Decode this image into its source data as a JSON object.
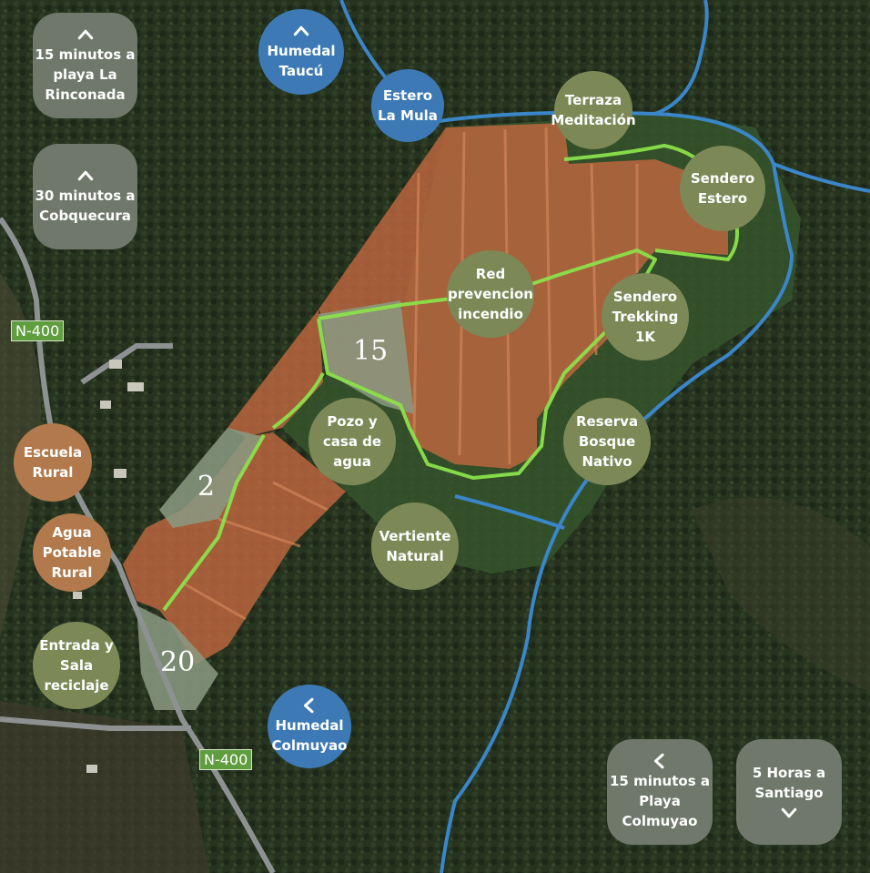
{
  "map": {
    "colors": {
      "forest_dark": "#26331f",
      "forest_mid": "#34462a",
      "native_reserve": "#2f4a2a",
      "plot_orange": "#c0673f",
      "plot_gray": "#8a9a82",
      "trail_green": "#8be04a",
      "river_blue": "#3a86c9",
      "road_gray": "#8e9192",
      "label_green": "#7c8957",
      "label_blue": "#3d7ab5",
      "label_brown": "#b27a4c",
      "label_gray": "#6f786a"
    },
    "road_labels": [
      "N-400",
      "N-400"
    ],
    "lots": [
      "15",
      "2",
      "20"
    ],
    "green_labels": [
      "Terraza\nMeditación",
      "Sendero\nEstero",
      "Red\nprevencion\nincendio",
      "Sendero\nTrekking\n1K",
      "Pozo y\ncasa de\nagua",
      "Reserva\nBosque\nNativo",
      "Vertiente\nNatural",
      "Entrada y\nSala\nreciclaje"
    ],
    "blue_labels": [
      "Humedal\nTaucú",
      "Estero\nLa Mula",
      "Humedal\nColmuyao"
    ],
    "brown_labels": [
      "Escuela\nRural",
      "Agua\nPotable\nRural"
    ],
    "directions": [
      {
        "text": "15 minutos a\nplaya La\nRinconada",
        "icon": "chevron-up-icon"
      },
      {
        "text": "30 minutos a\nCobquecura",
        "icon": "chevron-up-icon"
      },
      {
        "text": "15 minutos a\nPlaya\nColmuyao",
        "icon": "chevron-left-icon"
      },
      {
        "text": "5 Horas a\nSantiago",
        "icon": "chevron-down-icon"
      }
    ]
  }
}
